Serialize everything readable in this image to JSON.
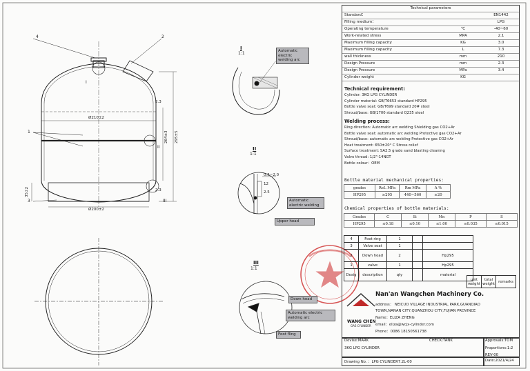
{
  "sections": {
    "sec1": {
      "roman": "I",
      "scale": "1:1",
      "callout": "Automatic electric welding arc"
    },
    "sec2": {
      "roman": "II",
      "scale": "1:1",
      "callout": "Automatic electric welding",
      "upper": "Upper head",
      "dim1": "0.5~2.0",
      "dim2": "12",
      "dim3": "2.5"
    },
    "sec3": {
      "roman": "III",
      "scale": "1:1",
      "c1": "Down head",
      "c2": "Automatic electric welding arc",
      "c3": "Foot fling"
    }
  },
  "main_drawing": {
    "lead_4": "4",
    "lead_2": "2",
    "lead_1": "1",
    "lead_3": "3",
    "mark_I": "I",
    "mark_II": "II",
    "mark_III": "III",
    "d_top": "Ø210±2",
    "d_bottom": "Ø200±2",
    "h1": "2.3",
    "h2": "264±3",
    "h3": "295±5",
    "h4": "35±2",
    "h5": "2.3"
  },
  "tech_params": {
    "title": "Technical parameters",
    "rows": [
      {
        "name": "Standard：",
        "unit": "",
        "value": "EN1442"
      },
      {
        "name": "Filling medium：",
        "unit": "",
        "value": "LPG"
      },
      {
        "name": "Operating temperature",
        "unit": "℃",
        "value": "-40~60"
      },
      {
        "name": "Work-related stress",
        "unit": "MPA",
        "value": "2.1"
      },
      {
        "name": "Maximum filling capacity",
        "unit": "KG",
        "value": "3.0"
      },
      {
        "name": "Maximum filling capacity",
        "unit": "L",
        "value": "7.3"
      },
      {
        "name": "wall thickness",
        "unit": "mm",
        "value": "210"
      },
      {
        "name": "Design Pressure",
        "unit": "mm",
        "value": "2.3"
      },
      {
        "name": "Design Pressure",
        "unit": "MPa",
        "value": "3.4"
      },
      {
        "name": "Cylinder weight",
        "unit": "KG",
        "value": ""
      }
    ]
  },
  "requirements": {
    "title": "Technical requirement:",
    "lines": [
      "Cylinder: 3KG LPG CYLINDER",
      "Cylinder material: GB/T6653 standard HP295",
      "Bottle valve seat: GB/T699 standard 20# steel",
      "Shroud/base: GB/1700 standard Q235 steel"
    ],
    "weld_title": "Welding process:",
    "weld_lines": [
      "Ring direction: Automatic arc welding Shielding gas CO2+Ar",
      "Bottle valve seat: automatic arc welding Protective gas CO2+Ar",
      "Shroud/base: automatic arc welding Protective gas CO2+Ar",
      "Heat treatment: 650±20° C Stress relief",
      "Surface treatment: SA2.5 grade sand blasting cleaning",
      "Valve thread: 1/2\"-14NGT",
      "Bottle colour：OEM"
    ]
  },
  "mech": {
    "title": "Bottle material mechanical properties:",
    "head": [
      "grades",
      "ReL MPa",
      "Rm MPa",
      "A %"
    ],
    "row": [
      "HP295",
      "≥295",
      "440~560",
      "≥20"
    ]
  },
  "chem": {
    "title": "Chemical properties of bottle materials:",
    "head": [
      "Grades",
      "C",
      "Si",
      "Mn",
      "P",
      "S"
    ],
    "row": [
      "HP295",
      "≤0.18",
      "≤0.10",
      "≤1.00",
      "≤0.035",
      "≤0.015"
    ]
  },
  "parts": {
    "rows": [
      [
        "4",
        "Foot ring",
        "1",
        ""
      ],
      [
        "3",
        "Valve seat",
        "1",
        ""
      ],
      [
        "2",
        "Down head",
        "2",
        "Hp295"
      ],
      [
        "1",
        "valve",
        "1",
        "Hp295"
      ]
    ],
    "head": {
      "no": "Desig",
      "desc": "description",
      "qty": "qty",
      "mat": "material",
      "unit": "unit weight",
      "total": "total weight",
      "remarks": "remarks"
    }
  },
  "company": {
    "name": "Nan'an Wangchen Machinery Co.",
    "addr1": "address： NEICUO VILLAGE INDUSTRIAL PARK,GUANQIAO",
    "addr2": "TOWN,NANAN CITY,QUANZHOU CITY,FUJIAN PROVINCE",
    "contact": "Name：ELIZA ZHENG",
    "email": "email：eliza@wcjx-cylinder.com",
    "phone": "Phone：0086 18150561738",
    "logo": "WANG CHEN",
    "logo_sub": "GAS CYLINDER"
  },
  "titleblock": {
    "devise": "Devise:MARK",
    "check": "CHECK:TANK",
    "approvals": "Approvals:TOM",
    "product": "3KG LPG CYLINDER",
    "proportions": "Proportions:1:2",
    "rev": "REV-00",
    "drawing": "Drawing No. ：LPG CYLINDER7.2L-00",
    "date": "Date:2021/4/24"
  },
  "colors": {
    "ink": "#1a1a1a",
    "stamp": "#d13b3b",
    "callout": "#b9b9bd"
  }
}
